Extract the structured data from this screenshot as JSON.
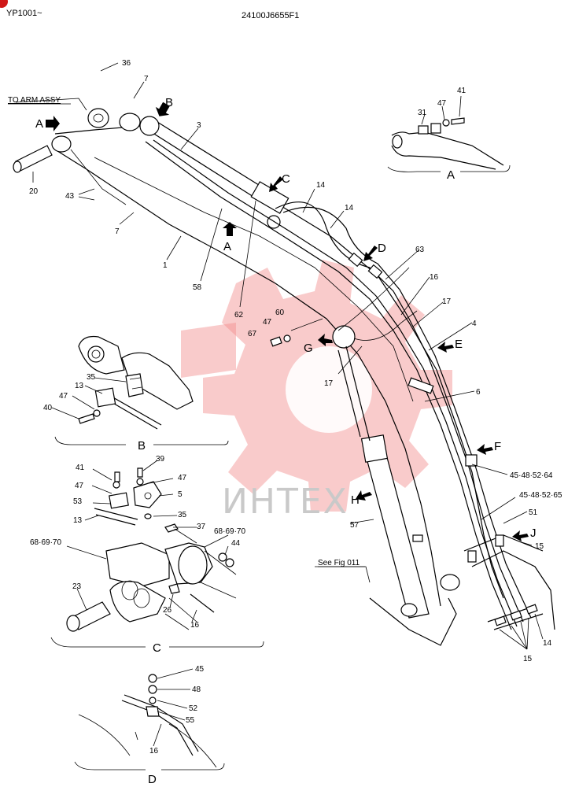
{
  "header": {
    "model_code": "YP1001~",
    "drawing_number": "24100J6655F1"
  },
  "watermark": {
    "text": "ИНТЕХ",
    "color": "#f28b8b"
  },
  "notes": {
    "to_arm_assy": "TO ARM ASSY",
    "see_fig": "See Fig 011"
  },
  "views": {
    "A": "A",
    "B": "B",
    "C": "C",
    "D": "D"
  },
  "arrows": {
    "A1": "A",
    "A2": "A",
    "B": "B",
    "C": "C",
    "D": "D",
    "E": "E",
    "F": "F",
    "G": "G",
    "H": "H",
    "J": "J"
  },
  "callouts": {
    "main": {
      "p36": "36",
      "p7a": "7",
      "p7b": "7",
      "p3": "3",
      "p20": "20",
      "p43": "43",
      "p1": "1",
      "p58": "58",
      "p62": "62",
      "p14a": "14",
      "p14b": "14",
      "p63": "63",
      "p16": "16",
      "p17a": "17",
      "p4": "4",
      "p60": "60",
      "p47": "47",
      "p67": "67",
      "p17b": "17",
      "p6": "6",
      "p455264": "45·48·52·64",
      "p455265": "45·48·52·65",
      "p51": "51",
      "p15a": "15",
      "p57": "57",
      "p14c": "14",
      "p15b": "15"
    },
    "viewA": {
      "p31": "31",
      "p47": "47",
      "p41": "41"
    },
    "viewB": {
      "p35": "35",
      "p13": "13",
      "p47": "47",
      "p40": "40"
    },
    "viewC": {
      "p41": "41",
      "p39": "39",
      "p47a": "47",
      "p47b": "47",
      "p5": "5",
      "p53": "53",
      "p13": "13",
      "p35": "35",
      "p37": "37",
      "p687071": "68·69·70",
      "p687072": "68·69·70",
      "p44": "44",
      "p23": "23",
      "p26": "26",
      "p16": "16"
    },
    "viewD": {
      "p45": "45",
      "p48": "48",
      "p52": "52",
      "p55": "55",
      "p16": "16"
    }
  }
}
